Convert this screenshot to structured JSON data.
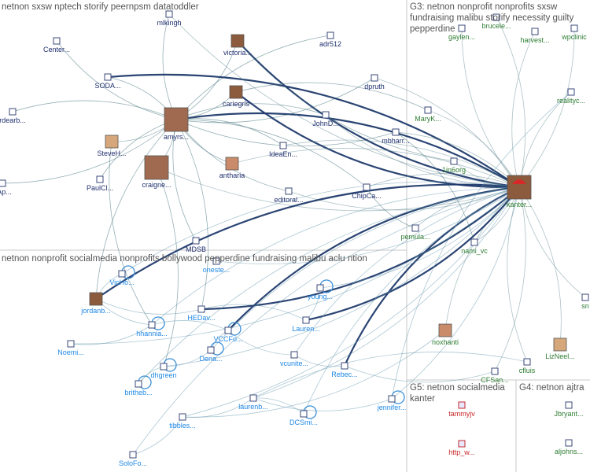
{
  "groups": [
    {
      "id": "g1",
      "title": "netnon sxsw nptech storify peernpsm datatoddler"
    },
    {
      "id": "g3",
      "title": "G3: netnon nonprofit nonprofits sxsw fundraising malibu storify necessity guilty pepperdine"
    },
    {
      "id": "g2",
      "title": "netnon nonprofit socialmedia nonprofits bollywood pepperdine fundraising malibu aclu ntion"
    },
    {
      "id": "g5",
      "title": "G5: netnon socialmedia kanter"
    },
    {
      "id": "g4",
      "title": "G4: netnon ajtra"
    }
  ],
  "colors": {
    "g1_label": "#1f2f6e",
    "g1_edge": "#3f6f7a",
    "g2_label": "#1e88e5",
    "g2_edge": "#6a9ab0",
    "g3_label": "#2e7d32",
    "g5_label": "#c62828",
    "g4_label": "#2e7d32",
    "strong_edge": "#1f3a6b",
    "divider": "#c8c8c8"
  },
  "nodes": [
    {
      "id": "mlkingh",
      "label": "mlkingh",
      "group": "g1",
      "icon": "square-icon"
    },
    {
      "id": "center",
      "label": "Center...",
      "group": "g1",
      "icon": "square-icon"
    },
    {
      "id": "victoria",
      "label": "victoria...",
      "group": "g1",
      "icon": "avatar-icon"
    },
    {
      "id": "adr512",
      "label": "adr512",
      "group": "g1",
      "icon": "square-icon"
    },
    {
      "id": "soda",
      "label": "SODA...",
      "group": "g1",
      "icon": "square-icon"
    },
    {
      "id": "dpruth",
      "label": "dpruth",
      "group": "g1",
      "icon": "square-icon"
    },
    {
      "id": "rdearb",
      "label": "rdearb...",
      "group": "g1",
      "icon": "square-icon"
    },
    {
      "id": "cariegrls",
      "label": "cariegrls",
      "group": "g1",
      "icon": "avatar-icon"
    },
    {
      "id": "johnd",
      "label": "JohnD...",
      "group": "g1",
      "icon": "square-icon"
    },
    {
      "id": "amyrs",
      "label": "amyrs...",
      "group": "g1",
      "icon": "avatar-icon"
    },
    {
      "id": "mbharr",
      "label": "mbharr...",
      "group": "g1",
      "icon": "square-icon"
    },
    {
      "id": "steveh",
      "label": "SteveH...",
      "group": "g1",
      "icon": "avatar-icon"
    },
    {
      "id": "ideaen",
      "label": "IdeaEn...",
      "group": "g1",
      "icon": "square-icon"
    },
    {
      "id": "paulcl",
      "label": "PaulCl...",
      "group": "g1",
      "icon": "square-icon"
    },
    {
      "id": "craigne",
      "label": "craigne...",
      "group": "g1",
      "icon": "avatar-icon"
    },
    {
      "id": "antharia",
      "label": "antharia",
      "group": "g1",
      "icon": "avatar-icon"
    },
    {
      "id": "dap",
      "label": "dAp...",
      "group": "g1",
      "icon": "square-icon"
    },
    {
      "id": "editoral",
      "label": "editoral...",
      "group": "g1",
      "icon": "square-icon"
    },
    {
      "id": "chipca",
      "label": "ChipCa...",
      "group": "g1",
      "icon": "square-icon"
    },
    {
      "id": "mdsb",
      "label": "MDSB",
      "group": "g1",
      "icon": "square-icon"
    },
    {
      "id": "gaylen",
      "label": "gaylen...",
      "group": "g3",
      "icon": "square-icon"
    },
    {
      "id": "brucele",
      "label": "brucele...",
      "group": "g3",
      "icon": "square-icon"
    },
    {
      "id": "harvest",
      "label": "harvest...",
      "group": "g3",
      "icon": "square-icon"
    },
    {
      "id": "wpclinic",
      "label": "wpclinic",
      "group": "g3",
      "icon": "square-icon"
    },
    {
      "id": "realityc",
      "label": "realityc...",
      "group": "g3",
      "icon": "square-icon"
    },
    {
      "id": "maryk",
      "label": "MaryK...",
      "group": "g3",
      "icon": "square-icon"
    },
    {
      "id": "1in6org",
      "label": "1in6org",
      "group": "g3",
      "icon": "square-icon"
    },
    {
      "id": "kanter",
      "label": "kanter...",
      "group": "g3",
      "icon": "avatar-icon"
    },
    {
      "id": "pemula",
      "label": "pemula...",
      "group": "g3",
      "icon": "square-icon"
    },
    {
      "id": "namivc",
      "label": "nami_vc",
      "group": "g3",
      "icon": "square-icon"
    },
    {
      "id": "noxhanti",
      "label": "noxhanti",
      "group": "g3",
      "icon": "avatar-icon"
    },
    {
      "id": "lizneel",
      "label": "LizNeel...",
      "group": "g3",
      "icon": "avatar-icon"
    },
    {
      "id": "cfluis",
      "label": "cfluis",
      "group": "g3",
      "icon": "square-icon"
    },
    {
      "id": "cfsan",
      "label": "CFSan...",
      "group": "g3",
      "icon": "square-icon"
    },
    {
      "id": "snx",
      "label": "sn",
      "group": "g3",
      "icon": "square-icon"
    },
    {
      "id": "oneste",
      "label": "oneste...",
      "group": "g2",
      "icon": "square-icon"
    },
    {
      "id": "vicho",
      "label": "VicHo...",
      "group": "g2",
      "icon": "square-icon"
    },
    {
      "id": "jordanb",
      "label": "jordanb...",
      "group": "g2",
      "icon": "avatar-icon"
    },
    {
      "id": "young",
      "label": "young...",
      "group": "g2",
      "icon": "square-icon"
    },
    {
      "id": "hedav",
      "label": "HEDav...",
      "group": "g2",
      "icon": "square-icon"
    },
    {
      "id": "hhannia",
      "label": "hhannia...",
      "group": "g2",
      "icon": "square-icon"
    },
    {
      "id": "lauren",
      "label": "Lauren...",
      "group": "g2",
      "icon": "square-icon"
    },
    {
      "id": "vccfo",
      "label": "VCCFo...",
      "group": "g2",
      "icon": "square-icon"
    },
    {
      "id": "noemi",
      "label": "Noemi...",
      "group": "g2",
      "icon": "square-icon"
    },
    {
      "id": "dena",
      "label": "Dena...",
      "group": "g2",
      "icon": "square-icon"
    },
    {
      "id": "vcunite",
      "label": "vcunite...",
      "group": "g2",
      "icon": "square-icon"
    },
    {
      "id": "dhgreen",
      "label": "dhgreen",
      "group": "g2",
      "icon": "square-icon"
    },
    {
      "id": "rebec",
      "label": "Rebec...",
      "group": "g2",
      "icon": "square-icon"
    },
    {
      "id": "britheb",
      "label": "britheb...",
      "group": "g2",
      "icon": "square-icon"
    },
    {
      "id": "laurenb",
      "label": "laurenb...",
      "group": "g2",
      "icon": "square-icon"
    },
    {
      "id": "jennifer",
      "label": "jennifer...",
      "group": "g2",
      "icon": "square-icon"
    },
    {
      "id": "tibbles",
      "label": "tibbles...",
      "group": "g2",
      "icon": "square-icon"
    },
    {
      "id": "dcsmi",
      "label": "DCSmi...",
      "group": "g2",
      "icon": "square-icon"
    },
    {
      "id": "solofo",
      "label": "SoloFo...",
      "group": "g2",
      "icon": "square-icon"
    },
    {
      "id": "tammyjv",
      "label": "tammyjv",
      "group": "g5",
      "icon": "square-icon"
    },
    {
      "id": "httpw",
      "label": "http_w...",
      "group": "g5",
      "icon": "square-icon"
    },
    {
      "id": "jbryant",
      "label": "Jbryant...",
      "group": "g4",
      "icon": "square-icon"
    },
    {
      "id": "aljohns",
      "label": "aljohns...",
      "group": "g4",
      "icon": "square-icon"
    }
  ],
  "edges": [
    [
      "amyrs",
      "kanter",
      "strong"
    ],
    [
      "amyrs",
      "victoria",
      "normal"
    ],
    [
      "amyrs",
      "adr512",
      "normal"
    ],
    [
      "amyrs",
      "dpruth",
      "normal"
    ],
    [
      "amyrs",
      "center",
      "normal"
    ],
    [
      "amyrs",
      "soda",
      "normal"
    ],
    [
      "amyrs",
      "mlkingh",
      "normal"
    ],
    [
      "amyrs",
      "cariegrls",
      "normal"
    ],
    [
      "amyrs",
      "johnd",
      "normal"
    ],
    [
      "amyrs",
      "mbharr",
      "normal"
    ],
    [
      "amyrs",
      "steveh",
      "normal"
    ],
    [
      "amyrs",
      "paulcl",
      "normal"
    ],
    [
      "amyrs",
      "craigne",
      "normal"
    ],
    [
      "amyrs",
      "antharia",
      "normal"
    ],
    [
      "amyrs",
      "ideaen",
      "normal"
    ],
    [
      "amyrs",
      "editoral",
      "normal"
    ],
    [
      "amyrs",
      "chipca",
      "normal"
    ],
    [
      "amyrs",
      "rdearb",
      "normal"
    ],
    [
      "amyrs",
      "dap",
      "normal"
    ],
    [
      "amyrs",
      "mdsb",
      "normal"
    ],
    [
      "kanter",
      "victoria",
      "strong"
    ],
    [
      "kanter",
      "soda",
      "strong"
    ],
    [
      "kanter",
      "cariegrls",
      "strong"
    ],
    [
      "kanter",
      "mbharr",
      "normal"
    ],
    [
      "kanter",
      "johnd",
      "normal"
    ],
    [
      "kanter",
      "ideaen",
      "normal"
    ],
    [
      "kanter",
      "craigne",
      "normal"
    ],
    [
      "kanter",
      "chipca",
      "normal"
    ],
    [
      "kanter",
      "editoral",
      "normal"
    ],
    [
      "kanter",
      "antharia",
      "normal"
    ],
    [
      "kanter",
      "mlkingh",
      "normal"
    ],
    [
      "kanter",
      "dpruth",
      "normal"
    ],
    [
      "kanter",
      "gaylen",
      "normal"
    ],
    [
      "kanter",
      "brucele",
      "normal"
    ],
    [
      "kanter",
      "harvest",
      "normal"
    ],
    [
      "kanter",
      "wpclinic",
      "normal"
    ],
    [
      "kanter",
      "realityc",
      "normal"
    ],
    [
      "kanter",
      "maryk",
      "normal"
    ],
    [
      "kanter",
      "1in6org",
      "normal"
    ],
    [
      "kanter",
      "pemula",
      "normal"
    ],
    [
      "kanter",
      "namivc",
      "normal"
    ],
    [
      "kanter",
      "noxhanti",
      "normal"
    ],
    [
      "kanter",
      "lizneel",
      "normal"
    ],
    [
      "kanter",
      "cfluis",
      "normal"
    ],
    [
      "kanter",
      "cfsan",
      "normal"
    ],
    [
      "kanter",
      "snx",
      "normal"
    ],
    [
      "jordanb",
      "kanter",
      "strong"
    ],
    [
      "hedav",
      "kanter",
      "strong"
    ],
    [
      "vccfo",
      "kanter",
      "strong"
    ],
    [
      "lauren",
      "kanter",
      "strong"
    ],
    [
      "rebec",
      "kanter",
      "strong"
    ],
    [
      "young",
      "kanter",
      "normal"
    ],
    [
      "vcunite",
      "kanter",
      "normal"
    ],
    [
      "laurenb",
      "kanter",
      "normal"
    ],
    [
      "dena",
      "kanter",
      "normal"
    ],
    [
      "tibbles",
      "kanter",
      "normal"
    ],
    [
      "dcsmi",
      "kanter",
      "normal"
    ],
    [
      "jennifer",
      "kanter",
      "normal"
    ],
    [
      "hhannia",
      "kanter",
      "normal"
    ],
    [
      "noemi",
      "kanter",
      "normal"
    ],
    [
      "vicho",
      "kanter",
      "normal"
    ],
    [
      "oneste",
      "kanter",
      "normal"
    ],
    [
      "britheb",
      "kanter",
      "normal"
    ],
    [
      "dhgreen",
      "kanter",
      "normal"
    ],
    [
      "solofo",
      "kanter",
      "normal"
    ],
    [
      "jordanb",
      "hedav",
      "normal"
    ],
    [
      "jordanb",
      "vicho",
      "normal"
    ],
    [
      "jordanb",
      "hhannia",
      "normal"
    ],
    [
      "hhannia",
      "vccfo",
      "normal"
    ],
    [
      "dhgreen",
      "dena",
      "normal"
    ],
    [
      "britheb",
      "dhgreen",
      "normal"
    ],
    [
      "tibbles",
      "laurenb",
      "normal"
    ],
    [
      "laurenb",
      "dcsmi",
      "normal"
    ],
    [
      "vccfo",
      "vcunite",
      "normal"
    ],
    [
      "hedav",
      "lauren",
      "normal"
    ],
    [
      "lauren",
      "young",
      "normal"
    ],
    [
      "rebec",
      "vcunite",
      "normal"
    ],
    [
      "noemi",
      "hhannia",
      "normal"
    ],
    [
      "dena",
      "vccfo",
      "normal"
    ],
    [
      "solofo",
      "tibbles",
      "normal"
    ],
    [
      "jennifer",
      "laurenb",
      "normal"
    ],
    [
      "amyrs",
      "jordanb",
      "normal"
    ],
    [
      "amyrs",
      "hedav",
      "normal"
    ],
    [
      "steveh",
      "hhannia",
      "normal"
    ],
    [
      "craigne",
      "dhgreen",
      "normal"
    ],
    [
      "victoria",
      "1in6org",
      "normal"
    ],
    [
      "mbharr",
      "namivc",
      "normal"
    ],
    [
      "chipca",
      "pemula",
      "normal"
    ],
    [
      "cariegrls",
      "maryk",
      "normal"
    ],
    [
      "tibbles",
      "noxhanti",
      "normal"
    ],
    [
      "laurenb",
      "cfluis",
      "normal"
    ],
    [
      "rebec",
      "cfsan",
      "normal"
    ],
    [
      "jennifer",
      "realityc",
      "normal"
    ]
  ]
}
